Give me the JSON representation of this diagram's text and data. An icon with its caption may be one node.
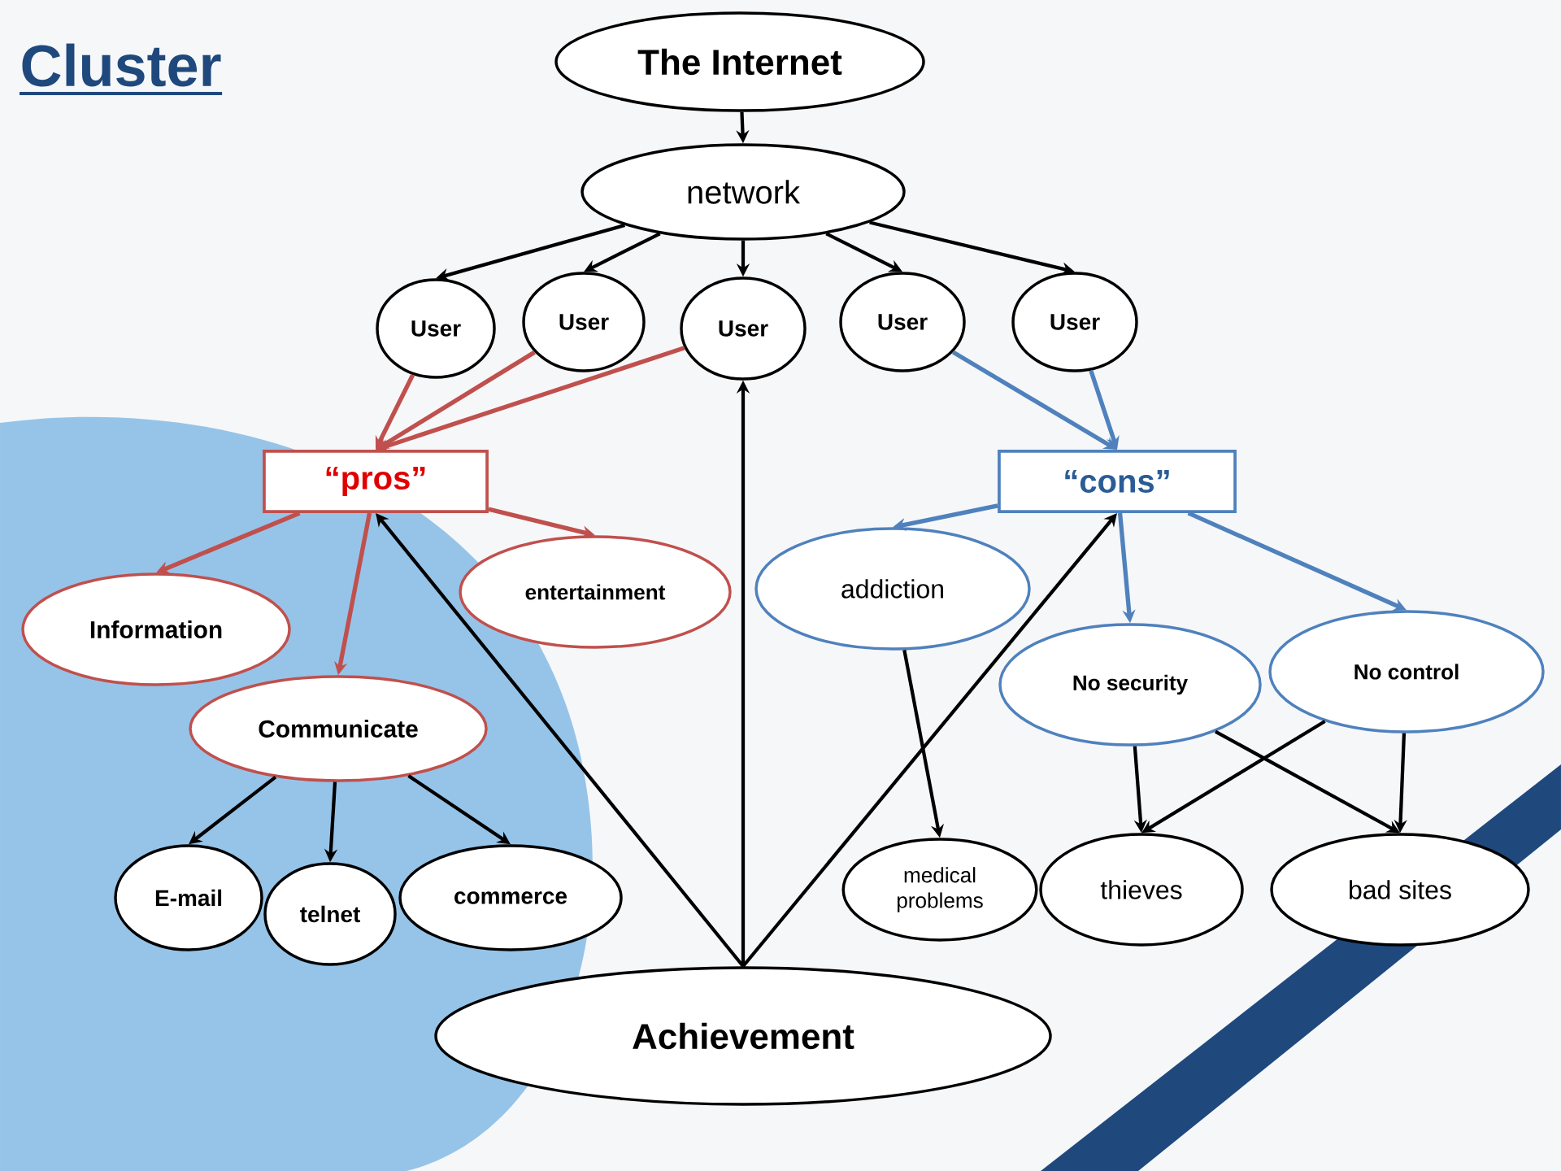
{
  "diagram": {
    "title": "Cluster",
    "nodes": [
      {
        "text": [
          "The Internet"
        ]
      },
      {
        "text": [
          "network"
        ]
      },
      {
        "text": [
          "User"
        ]
      },
      {
        "text": [
          "User"
        ]
      },
      {
        "text": [
          "User"
        ]
      },
      {
        "text": [
          "User"
        ]
      },
      {
        "text": [
          "User"
        ]
      },
      {
        "text": [
          "“pros”"
        ]
      },
      {
        "text": [
          "“cons”"
        ]
      },
      {
        "text": [
          "Information"
        ]
      },
      {
        "text": [
          "entertainment"
        ]
      },
      {
        "text": [
          "Communicate"
        ]
      },
      {
        "text": [
          "E-mail"
        ]
      },
      {
        "text": [
          "telnet"
        ]
      },
      {
        "text": [
          "commerce"
        ]
      },
      {
        "text": [
          "addiction"
        ]
      },
      {
        "text": [
          "No security"
        ]
      },
      {
        "text": [
          "No control"
        ]
      },
      {
        "text": [
          "medical problems"
        ]
      },
      {
        "text": [
          "thieves"
        ]
      },
      {
        "text": [
          "bad sites"
        ]
      },
      {
        "text": [
          "Achievement"
        ]
      }
    ],
    "edges": [
      {
        "from": 0,
        "to": 1,
        "arrow": "to"
      },
      {
        "from": 1,
        "to": 2,
        "arrow": "to"
      },
      {
        "from": 1,
        "to": 3,
        "arrow": "to"
      },
      {
        "from": 1,
        "to": 4,
        "arrow": "to"
      },
      {
        "from": 1,
        "to": 5,
        "arrow": "to"
      },
      {
        "from": 1,
        "to": 6,
        "arrow": "to"
      },
      {
        "from": 2,
        "to": 7,
        "arrow": "to",
        "color": "#c0504d"
      },
      {
        "from": 3,
        "to": 7,
        "arrow": "to",
        "color": "#c0504d"
      },
      {
        "from": 4,
        "to": 7,
        "arrow": "to",
        "color": "#c0504d"
      },
      {
        "from": 5,
        "to": 8,
        "arrow": "to",
        "color": "#4f81bd"
      },
      {
        "from": 6,
        "to": 8,
        "arrow": "to",
        "color": "#4f81bd"
      },
      {
        "from": 7,
        "to": 9,
        "arrow": "to",
        "color": "#c0504d"
      },
      {
        "from": 7,
        "to": 10,
        "arrow": "to",
        "color": "#c0504d"
      },
      {
        "from": 7,
        "to": 11,
        "arrow": "to",
        "color": "#c0504d"
      },
      {
        "from": 11,
        "to": 12,
        "arrow": "to"
      },
      {
        "from": 11,
        "to": 13,
        "arrow": "to"
      },
      {
        "from": 11,
        "to": 14,
        "arrow": "to"
      },
      {
        "from": 8,
        "to": 15,
        "arrow": "to",
        "color": "#4f81bd"
      },
      {
        "from": 8,
        "to": 16,
        "arrow": "to",
        "color": "#4f81bd"
      },
      {
        "from": 8,
        "to": 17,
        "arrow": "to",
        "color": "#4f81bd"
      },
      {
        "from": 15,
        "to": 18,
        "arrow": "to"
      },
      {
        "from": 16,
        "to": 19,
        "arrow": "to"
      },
      {
        "from": 16,
        "to": 20,
        "arrow": "to"
      },
      {
        "from": 17,
        "to": 19,
        "arrow": "to"
      },
      {
        "from": 17,
        "to": 20,
        "arrow": "to"
      },
      {
        "from": 21,
        "to": 7,
        "arrow": "to"
      },
      {
        "from": 21,
        "to": 4,
        "arrow": "to"
      },
      {
        "from": 21,
        "to": 8,
        "arrow": "to"
      }
    ]
  }
}
